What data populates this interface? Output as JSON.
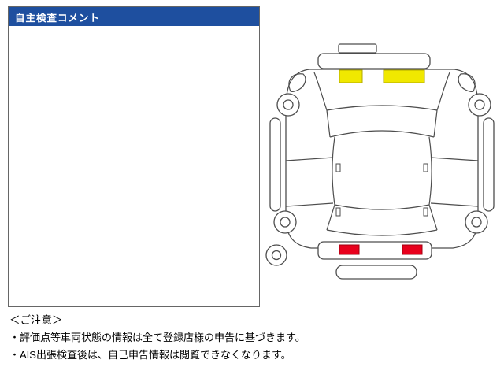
{
  "panel": {
    "title": "自主検査コメント"
  },
  "diagram": {
    "label": "vehicle-inspection-top-view",
    "marks": [
      {
        "area": "front-cowl-left",
        "color": "#f0e800"
      },
      {
        "area": "front-cowl-right",
        "color": "#f0e800"
      },
      {
        "area": "rear-lamp-left",
        "color": "#e8001c"
      },
      {
        "area": "rear-lamp-right",
        "color": "#e8001c"
      }
    ]
  },
  "notes": {
    "heading": "＜ご注意＞",
    "items": [
      "・評価点等車両状態の情報は全て登録店様の申告に基づきます。",
      "・AIS出張検査後は、自己申告情報は閲覧できなくなります。"
    ]
  },
  "colors": {
    "header_bg": "#1e4f9f",
    "header_text": "#ffffff",
    "highlight_yellow": "#f0e800",
    "highlight_red": "#e8001c",
    "line": "#4d4d4d"
  }
}
